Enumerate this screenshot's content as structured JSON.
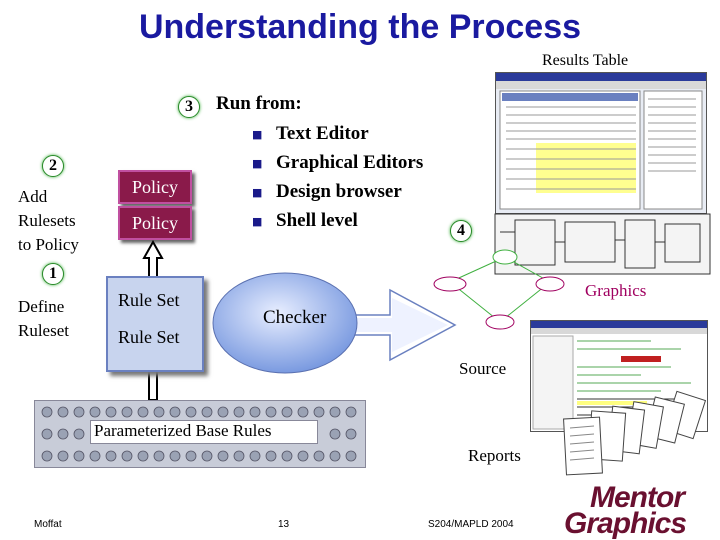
{
  "title": "Understanding the Process",
  "results_table_label": "Results Table",
  "run_from": {
    "badge": "3",
    "heading": "Run from:",
    "items": [
      "Text Editor",
      "Graphical Editors",
      "Design browser",
      "Shell level"
    ]
  },
  "step2": {
    "badge": "2",
    "label_lines": [
      "Add",
      "Rulesets",
      "to Policy"
    ]
  },
  "step1": {
    "badge": "1",
    "label_lines": [
      "Define",
      "Ruleset"
    ]
  },
  "policies": [
    "Policy",
    "Policy"
  ],
  "rulesets": [
    "Rule Set",
    "Rule Set"
  ],
  "checker": "Checker",
  "base_rules": "Parameterized Base Rules",
  "step4": {
    "badge": "4"
  },
  "graphics_label": "Graphics",
  "source_label": "Source",
  "reports_label": "Reports",
  "footer": {
    "author": "Moffat",
    "page": "13",
    "event": "S204/MAPLD 2004"
  },
  "logo": {
    "line1": "Mentor",
    "line2": "Graphics"
  },
  "colors": {
    "title": "#1a1aa0",
    "policy": "#8a1a4a",
    "ruleset": "#c8d4ee",
    "checker": "#7a9ae0",
    "graphics": "#a00060"
  }
}
